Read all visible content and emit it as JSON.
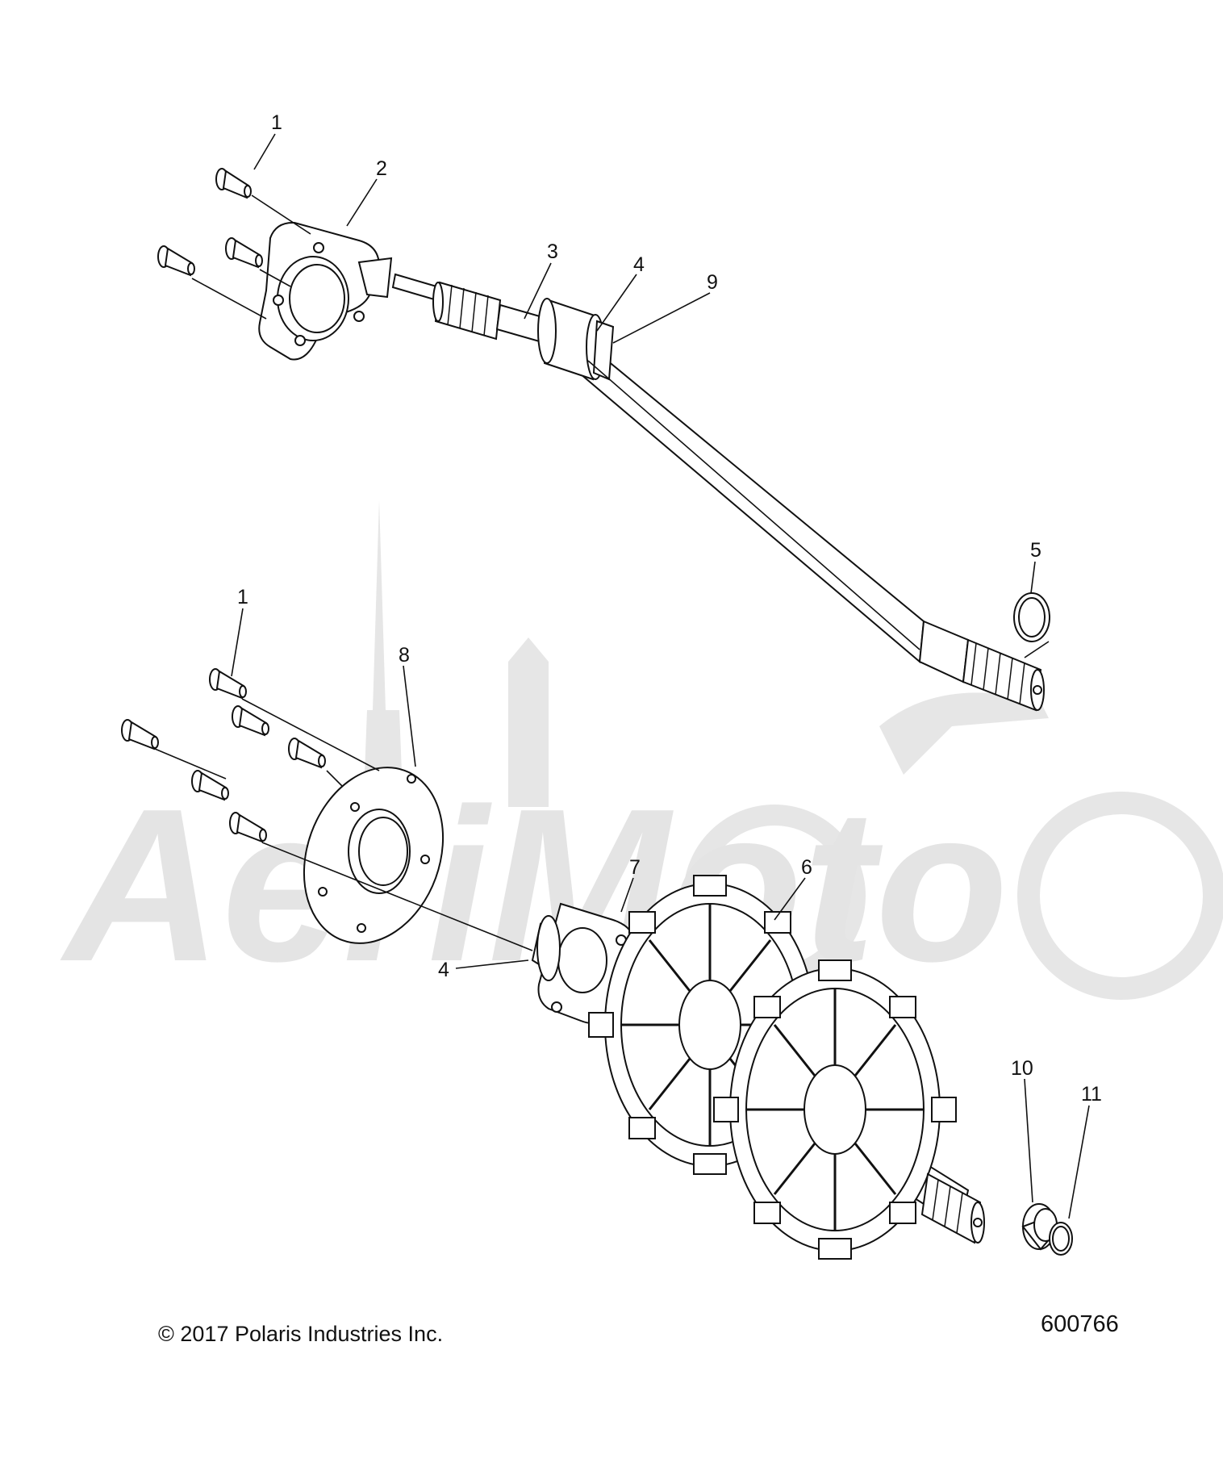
{
  "watermark": {
    "text": "AeriMoto"
  },
  "callouts": {
    "c1a": "1",
    "c2": "2",
    "c3": "3",
    "c4a": "4",
    "c9": "9",
    "c5": "5",
    "c1b": "1",
    "c8": "8",
    "c7": "7",
    "c6": "6",
    "c4b": "4",
    "c10": "10",
    "c11": "11"
  },
  "footer": {
    "copyright": "© 2017 Polaris Industries Inc.",
    "diagram_number": "600766"
  }
}
